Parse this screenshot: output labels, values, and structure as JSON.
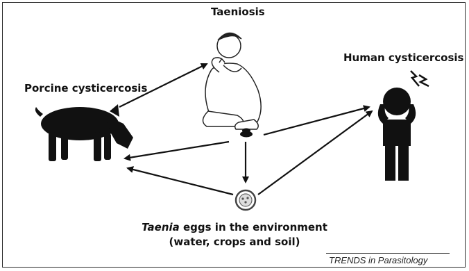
{
  "labels": {
    "taeniosis": "Taeniosis",
    "porcine": "Porcine cysticercosis",
    "human": "Human cysticercosis",
    "eggs_italic": "Taenia",
    "eggs_rest": " eggs in the environment",
    "eggs_line2": "(water, crops and soil)"
  },
  "source": "TRENDS in Parasitology",
  "icons": [
    "pig-icon",
    "squatting-man-icon",
    "feces-icon",
    "egg-icon",
    "headache-person-icon"
  ],
  "colors": {
    "ink": "#111111",
    "figure_fill": "#ffffff",
    "frame": "#2a2a2a"
  }
}
